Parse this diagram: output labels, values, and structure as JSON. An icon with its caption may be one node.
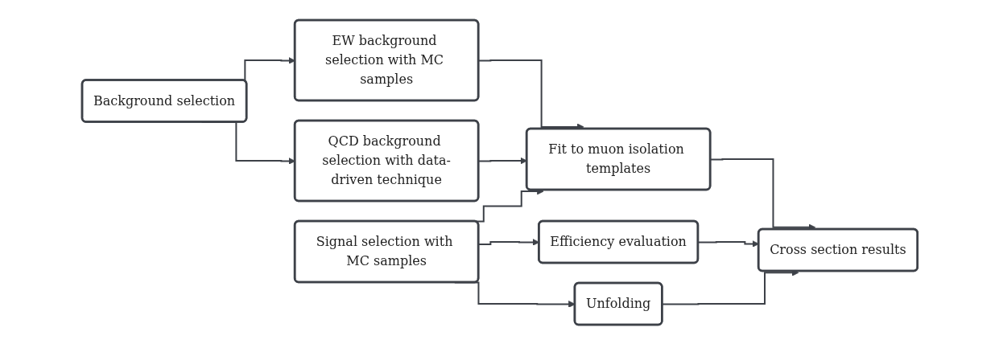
{
  "diagram": {
    "nodes": [
      {
        "text": [
          "Background selection"
        ]
      },
      {
        "text": [
          "EW background selection with MC samples"
        ]
      },
      {
        "text": [
          "QCD background selection with data-driven technique"
        ]
      },
      {
        "text": [
          "Fit to muon isolation templates"
        ]
      },
      {
        "text": [
          "Signal selection with MC samples"
        ]
      },
      {
        "text": [
          "Efficiency evaluation"
        ]
      },
      {
        "text": [
          "Unfolding"
        ]
      },
      {
        "text": [
          "Cross section results"
        ]
      }
    ],
    "edges": [
      {
        "from": 0,
        "to": 1,
        "arrow": "to"
      },
      {
        "from": 0,
        "to": 2,
        "arrow": "to"
      },
      {
        "from": 1,
        "to": 3,
        "arrow": "to"
      },
      {
        "from": 2,
        "to": 3,
        "arrow": "to"
      },
      {
        "from": 4,
        "to": 3,
        "arrow": "to"
      },
      {
        "from": 4,
        "to": 5,
        "arrow": "to"
      },
      {
        "from": 4,
        "to": 6,
        "arrow": "to"
      },
      {
        "from": 3,
        "to": 7,
        "arrow": "to"
      },
      {
        "from": 5,
        "to": 7,
        "arrow": "to"
      },
      {
        "from": 6,
        "to": 7,
        "arrow": "to"
      }
    ]
  }
}
